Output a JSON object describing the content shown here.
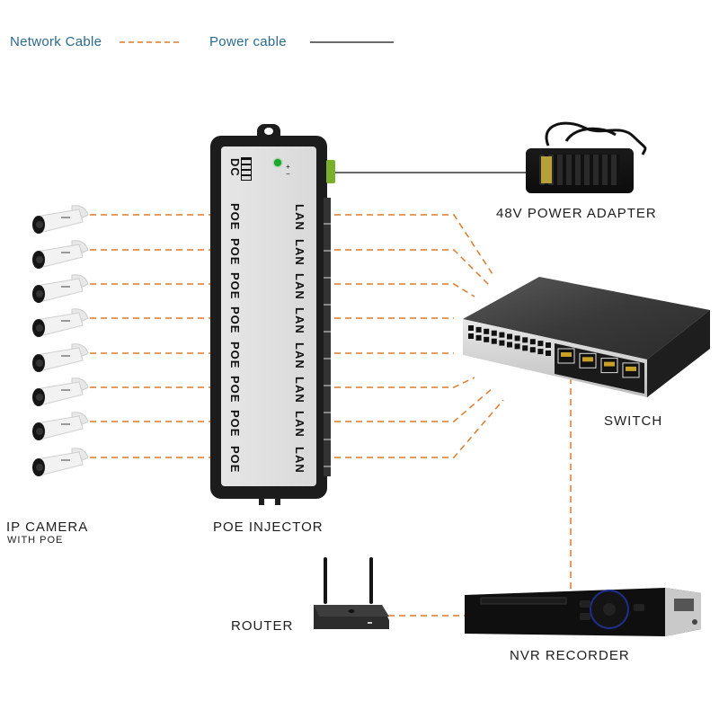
{
  "legend": {
    "network_cable_label": "Network Cable",
    "power_cable_label": "Power cable"
  },
  "colors": {
    "network_cable": "#e07a2a",
    "power_cable": "#111111",
    "legend_text": "#2a6a8f",
    "label_text": "#1e1e1e"
  },
  "devices": {
    "ip_camera": {
      "label": "IP CAMERA",
      "sublabel": "WITH POE",
      "count": 8
    },
    "poe_injector": {
      "label": "POE INJECTOR",
      "dc_label": "DC",
      "poe_port_label": "POE",
      "lan_port_label": "LAN",
      "ports": 8
    },
    "power_adapter": {
      "label": "48V POWER ADAPTER"
    },
    "switch": {
      "label": "SWITCH"
    },
    "router": {
      "label": "ROUTER"
    },
    "nvr": {
      "label": "NVR RECORDER"
    }
  },
  "icons": [
    "bullet-camera-icon",
    "poe-injector-icon",
    "power-adapter-icon",
    "network-switch-icon",
    "router-icon",
    "nvr-icon",
    "power-led-icon"
  ]
}
